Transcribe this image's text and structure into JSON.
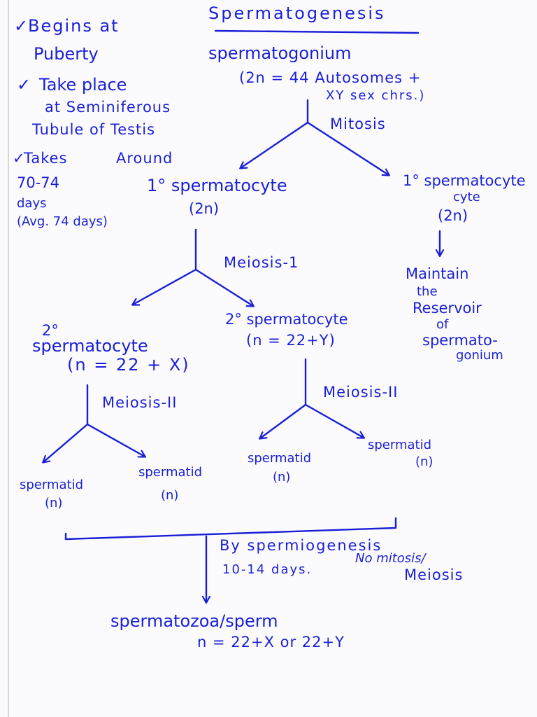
{
  "title": "Spermatogenesis",
  "notes": {
    "begins_check": "✓",
    "begins_l1": "Begins at",
    "begins_l2": "Puberty",
    "takes_place_check": "✓",
    "takes_place_l1": "Take place",
    "takes_place_l2": "at Seminiferous",
    "takes_place_l3": "Tubule of Testis",
    "duration_check": "✓",
    "duration_l1": "Takes",
    "duration_l1b": "Around",
    "duration_l2": "70-74",
    "duration_l3": "days",
    "duration_l4": "(Avg. 74 days)"
  },
  "nodes": {
    "spermatogonium": "spermatogonium",
    "spermatogonium_detail_l1": "(2n = 44 Autosomes +",
    "spermatogonium_detail_l2": "XY sex chrs.)",
    "mitosis": "Mitosis",
    "primary_left_l1": "1° spermatocyte",
    "primary_left_l2": "(2n)",
    "primary_right_l1": "1° spermatocyte",
    "primary_right_l1b": "cyte",
    "primary_right_l2": "(2n)",
    "reservoir_l1": "Maintain",
    "reservoir_l2": "the",
    "reservoir_l3": "Reservoir",
    "reservoir_l4": "of",
    "reservoir_l5": "spermato-",
    "reservoir_l6": "gonium",
    "meiosis1": "Meiosis-1",
    "secondary_left_l1": "2°",
    "secondary_left_l2": "spermatocyte",
    "secondary_left_l3": "(n = 22 + X)",
    "secondary_right_l1": "2° spermatocyte",
    "secondary_right_l2": "(n = 22+Y)",
    "meiosis2_left": "Meiosis-II",
    "meiosis2_right": "Meiosis-II",
    "spermatid_1": "spermatid",
    "spermatid_1_n": "(n)",
    "spermatid_2": "spermatid",
    "spermatid_2_n": "(n)",
    "spermatid_3": "spermatid",
    "spermatid_3_n": "(n)",
    "spermatid_4": "spermatid",
    "spermatid_4_n": "(n)",
    "spermiogenesis_l1": "By spermiogenesis",
    "spermiogenesis_l2": "10-14 days.",
    "no_mitosis_l1": "No mitosis/",
    "no_mitosis_l2": "Meiosis",
    "sperm_l1": "spermatozoa/sperm",
    "sperm_l2": "n = 22+X or 22+Y"
  },
  "ink_color": "#1a1fd6"
}
